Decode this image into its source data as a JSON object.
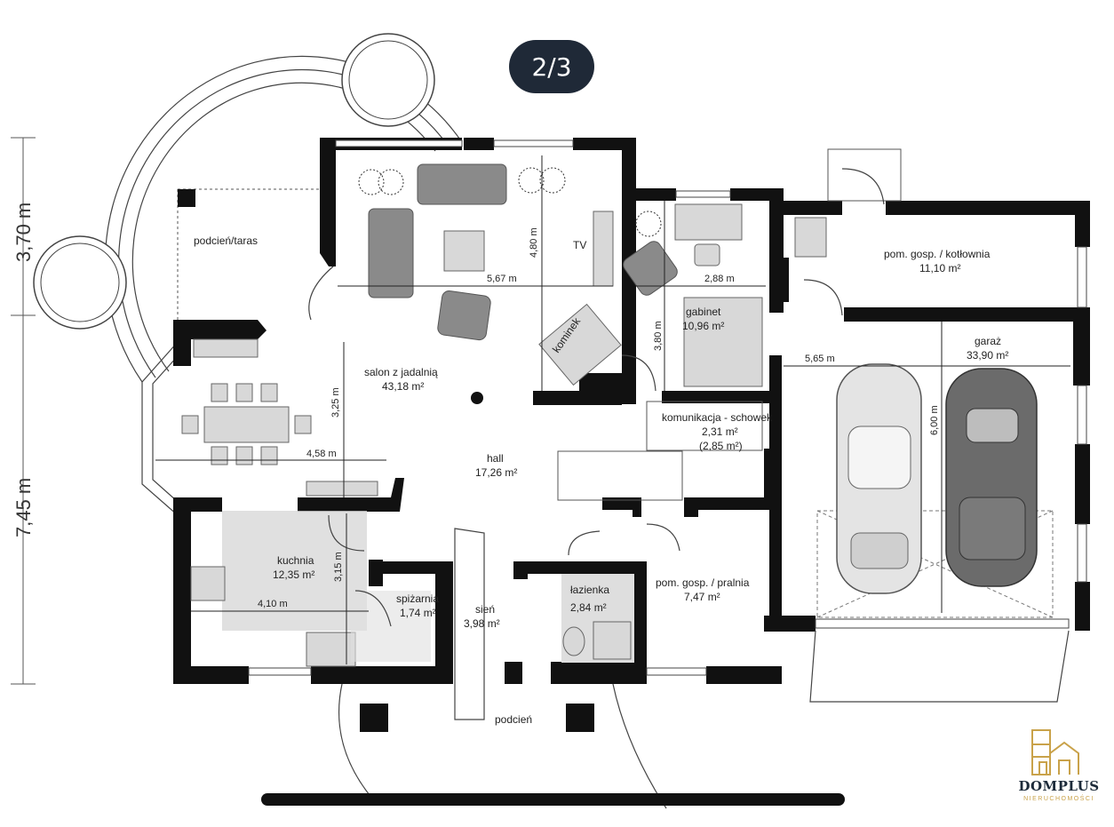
{
  "pager": {
    "label": "2/3"
  },
  "side_dimensions": {
    "top": "3,70 m",
    "bottom": "7,45 m"
  },
  "rooms": [
    {
      "id": "podcien-taras",
      "name": "podcień/taras",
      "area": ""
    },
    {
      "id": "salon",
      "name": "salon z jadalnią",
      "area": "43,18 m²"
    },
    {
      "id": "gabinet",
      "name": "gabinet",
      "area": "10,96 m²"
    },
    {
      "id": "kotlownia",
      "name": "pom. gosp. / kotłownia",
      "area": "11,10 m²"
    },
    {
      "id": "garaz",
      "name": "garaż",
      "area": "33,90 m²"
    },
    {
      "id": "komunikacja",
      "name": "komunikacja - schowek",
      "area": "2,31 m²",
      "area2": "(2,85 m²)"
    },
    {
      "id": "hall",
      "name": "hall",
      "area": "17,26 m²"
    },
    {
      "id": "kuchnia",
      "name": "kuchnia",
      "area": "12,35 m²"
    },
    {
      "id": "spizarnia",
      "name": "spiżarnia",
      "area": "1,74 m²"
    },
    {
      "id": "sien",
      "name": "sień",
      "area": "3,98 m²"
    },
    {
      "id": "lazienka",
      "name": "łazienka",
      "area": "2,84 m²"
    },
    {
      "id": "pralnia",
      "name": "pom. gosp. / pralnia",
      "area": "7,47 m²"
    },
    {
      "id": "podcien",
      "name": "podcień",
      "area": ""
    }
  ],
  "labels": {
    "tv": "TV",
    "kominek": "kominek"
  },
  "dimensions": {
    "salon_width": "5,67 m",
    "salon_height": "4,80 m",
    "gabinet_width": "2,88 m",
    "gabinet_height": "3,80 m",
    "dining_height": "3,25 m",
    "dining_width": "4,58 m",
    "garage_width": "5,65 m",
    "garage_height": "6,00 m",
    "kitchen_width": "4,10 m",
    "kitchen_height": "3,15 m"
  },
  "brand": {
    "name": "DOMPLUS",
    "subtitle": "NIERUCHOMOŚCI"
  },
  "colors": {
    "pager_bg": "#1f2937",
    "brand_gold": "#c9a24a",
    "brand_navy": "#1d2b3a"
  }
}
